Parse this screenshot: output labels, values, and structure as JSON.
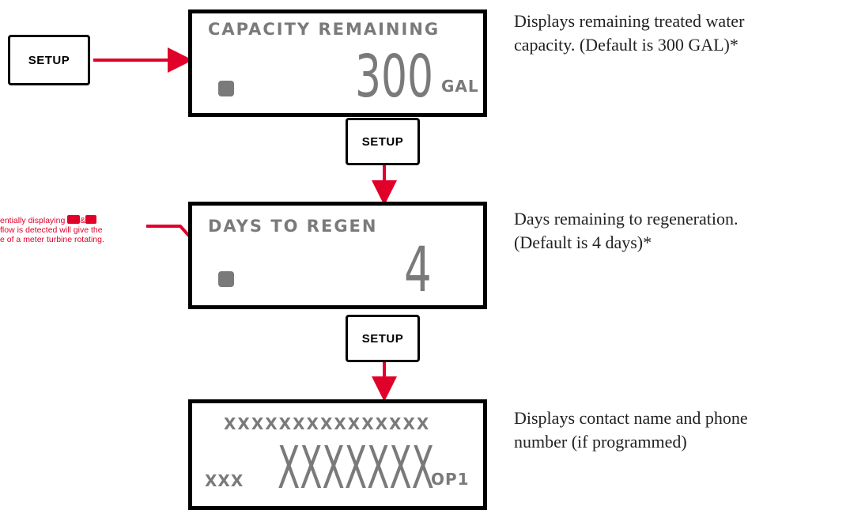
{
  "setup_label": "SETUP",
  "screens": [
    {
      "title": "CAPACITY REMAINING",
      "value": "300",
      "unit": "GAL",
      "description": [
        "Displays remaining treated water",
        "capacity. (Default is 300 GAL)*"
      ]
    },
    {
      "title": "DAYS TO REGEN",
      "value": "4",
      "description": [
        "Days remaining to regeneration.",
        "(Default is 4 days)*"
      ]
    },
    {
      "title": "XXXXXXXXXXXXXXX",
      "value": "XXXXXXX",
      "left": "XXX",
      "right": "OP1",
      "description": [
        "Displays contact name and phone",
        "number (if programmed)"
      ]
    }
  ],
  "note": {
    "line1_start": "entially displaying",
    "line1_amp": "&",
    "line2": "flow is detected will give the",
    "line3": "e of a meter turbine rotating."
  },
  "colors": {
    "arrow": "#e0002a",
    "lcd_text": "#7a7a7a",
    "frame": "#000000"
  }
}
